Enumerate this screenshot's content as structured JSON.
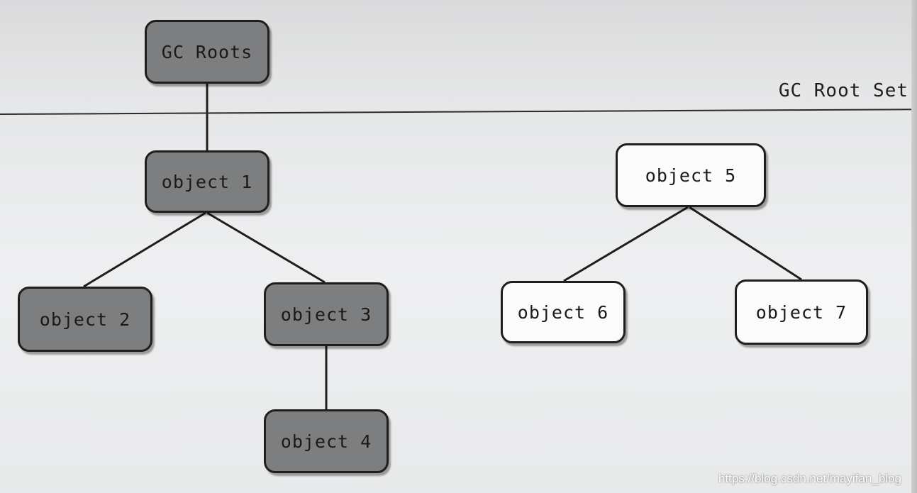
{
  "diagram": {
    "root_set_label": "GC Root Set",
    "nodes": [
      {
        "id": "gc-roots",
        "label": "GC Roots",
        "reachable": true
      },
      {
        "id": "object-1",
        "label": "object 1",
        "reachable": true
      },
      {
        "id": "object-2",
        "label": "object 2",
        "reachable": true
      },
      {
        "id": "object-3",
        "label": "object 3",
        "reachable": true
      },
      {
        "id": "object-4",
        "label": "object 4",
        "reachable": true
      },
      {
        "id": "object-5",
        "label": "object 5",
        "reachable": false
      },
      {
        "id": "object-6",
        "label": "object 6",
        "reachable": false
      },
      {
        "id": "object-7",
        "label": "object 7",
        "reachable": false
      }
    ],
    "edges": [
      [
        "gc-roots",
        "object-1"
      ],
      [
        "object-1",
        "object-2"
      ],
      [
        "object-1",
        "object-3"
      ],
      [
        "object-3",
        "object-4"
      ],
      [
        "object-5",
        "object-6"
      ],
      [
        "object-5",
        "object-7"
      ]
    ],
    "colors": {
      "reachable_fill": "#7d7e80",
      "unreachable_fill": "#fbfbfb",
      "border": "#1e1e1e"
    }
  },
  "watermark": "https://blog.csdn.net/mayifan_blog"
}
